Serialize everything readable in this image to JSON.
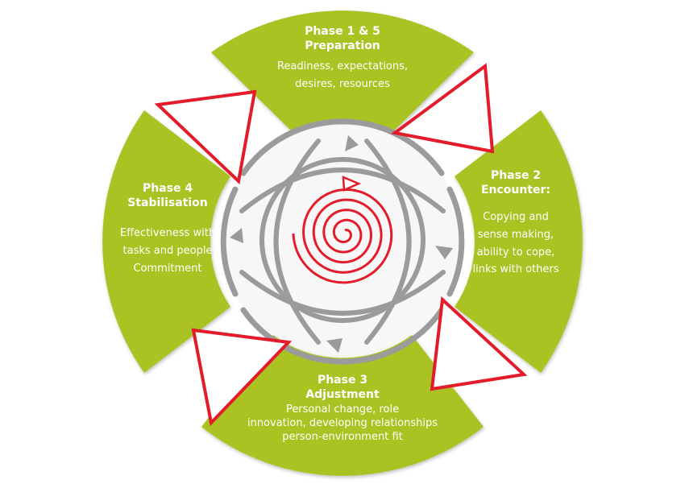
{
  "diagram": {
    "colors": {
      "segment": "#aac322",
      "triangle": "#e31b2a",
      "ring": "#9b9b9b",
      "spiral": "#e31b2a",
      "text": "#ffffff"
    },
    "phases": [
      {
        "id": "phase-1-5",
        "title_lines": [
          "Phase 1 & 5",
          "Preparation"
        ],
        "desc_lines": [
          "Readiness, expectations,",
          "desires, resources"
        ]
      },
      {
        "id": "phase-2",
        "title_lines": [
          "Phase 2",
          "Encounter:"
        ],
        "desc_lines": [
          "Copying and",
          "sense making,",
          "ability to cope,",
          "links with others"
        ]
      },
      {
        "id": "phase-3",
        "title_lines": [
          "Phase 3",
          "Adjustment"
        ],
        "desc_lines": [
          "Personal change, role",
          "innovation, developing relationships",
          "person-environment fit"
        ]
      },
      {
        "id": "phase-4",
        "title_lines": [
          "Phase 4",
          "Stabilisation"
        ],
        "desc_lines": [
          "Effectiveness with",
          "tasks and people",
          "Commitment"
        ]
      }
    ]
  }
}
